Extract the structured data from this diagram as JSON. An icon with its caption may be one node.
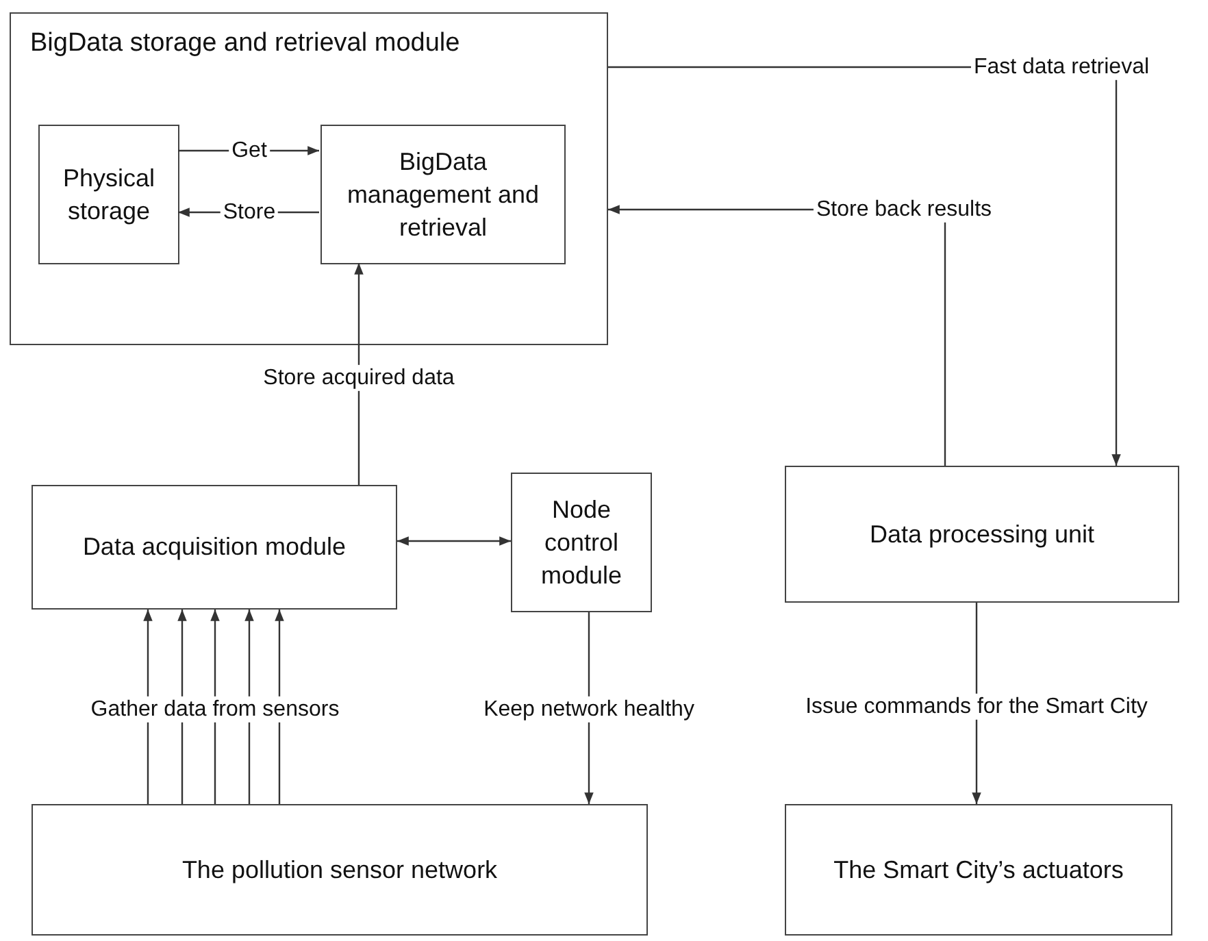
{
  "diagram": {
    "nodes": [
      {
        "text": [
          "BigData storage and retrieval module"
        ]
      },
      {
        "text": [
          "Physical storage"
        ],
        "in": 0
      },
      {
        "text": [
          "BigData management and retrieval"
        ],
        "in": 0
      },
      {
        "text": [
          "Data acquisition module"
        ]
      },
      {
        "text": [
          "Node control module"
        ]
      },
      {
        "text": [
          "Data processing unit"
        ]
      },
      {
        "text": [
          "The pollution sensor network"
        ]
      },
      {
        "text": [
          "The Smart City’s actuators"
        ]
      }
    ],
    "edges": [
      {
        "from": 1,
        "to": 2,
        "arrow": "to",
        "label": "Get"
      },
      {
        "from": 2,
        "to": 1,
        "arrow": "to",
        "label": "Store"
      },
      {
        "from": 3,
        "to": 2,
        "arrow": "to",
        "label": "Store acquired data"
      },
      {
        "from": 3,
        "to": 4,
        "arrow": "both"
      },
      {
        "from": 6,
        "to": 3,
        "arrow": "to"
      },
      {
        "from": 6,
        "to": 3,
        "arrow": "to"
      },
      {
        "from": 6,
        "to": 3,
        "arrow": "to",
        "label": "Gather data from sensors"
      },
      {
        "from": 6,
        "to": 3,
        "arrow": "to"
      },
      {
        "from": 6,
        "to": 3,
        "arrow": "to"
      },
      {
        "from": 4,
        "to": 6,
        "arrow": "to",
        "label": "Keep network healthy"
      },
      {
        "from": 0,
        "to": 5,
        "arrow": "to",
        "label": "Fast data retrieval"
      },
      {
        "from": 5,
        "to": 0,
        "arrow": "to",
        "label": "Store back results"
      },
      {
        "from": 5,
        "to": 7,
        "arrow": "to",
        "label": "Issue commands for the Smart City"
      }
    ]
  }
}
